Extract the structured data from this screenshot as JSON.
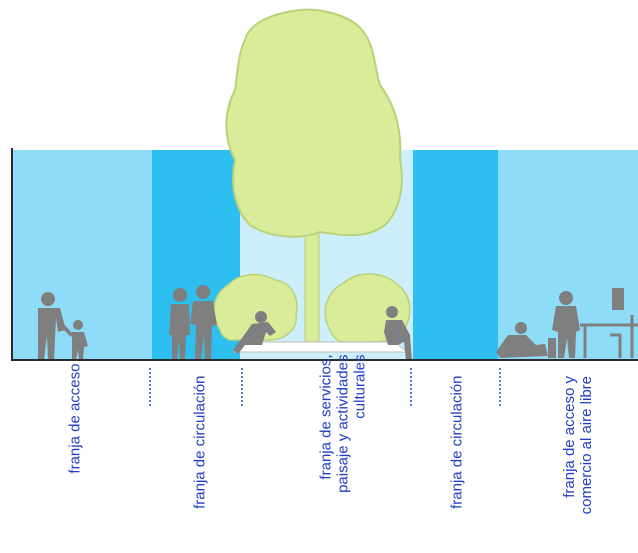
{
  "diagram": {
    "colors": {
      "light_band": "#8fdcf8",
      "dark_band": "#2cbff0",
      "pale_band": "#cdeffb",
      "tree": "#d8ec9a",
      "tree_edge": "#b9d27a",
      "silhouette": "#7f7f7f",
      "ground": "#2b2b2b",
      "divider": "#5a7fd0",
      "label": "#1f3fc4"
    },
    "zones": [
      {
        "id": "acceso-1",
        "label": "franja de acceso"
      },
      {
        "id": "circulacion-1",
        "label": "franja de circulación"
      },
      {
        "id": "servicios",
        "label": "franja de servicios,\npaisaje y actividades\nculturales"
      },
      {
        "id": "circulacion-2",
        "label": "franja de circulación"
      },
      {
        "id": "acceso-2",
        "label": "franja de acceso y\ncomercio al aire libre"
      }
    ]
  }
}
